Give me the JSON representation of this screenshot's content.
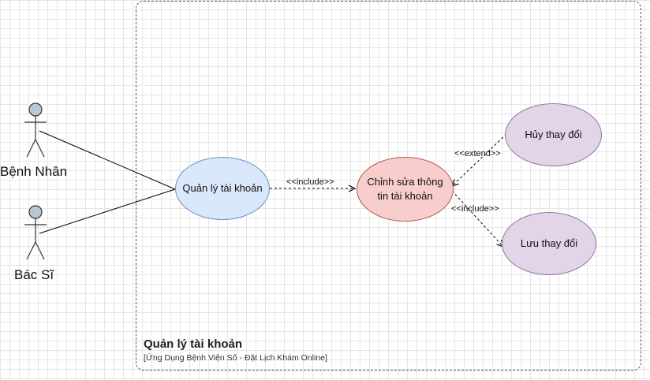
{
  "system": {
    "title": "Quản lý tài khoản",
    "subtitle": "[Ứng Dụng Bệnh Viện Số - Đặt Lịch Khám Online]"
  },
  "actors": {
    "patient": "Bệnh Nhân",
    "doctor": "Bác Sĩ"
  },
  "usecases": {
    "manage_account": "Quản lý tài khoản",
    "edit_info": "Chỉnh sửa thông tin tài khoản",
    "cancel_changes": "Hủy thay đổi",
    "save_changes": "Lưu thay đổi"
  },
  "relations": {
    "manage_to_edit": "<<include>>",
    "cancel_to_edit": "<<extend>>",
    "edit_to_save": "<<include>>"
  },
  "colors": {
    "manage_fill": "#dae8fc",
    "edit_fill": "#f8cecc",
    "child_fill": "#e1d5e7",
    "actor_fill": "#bac8d3"
  }
}
